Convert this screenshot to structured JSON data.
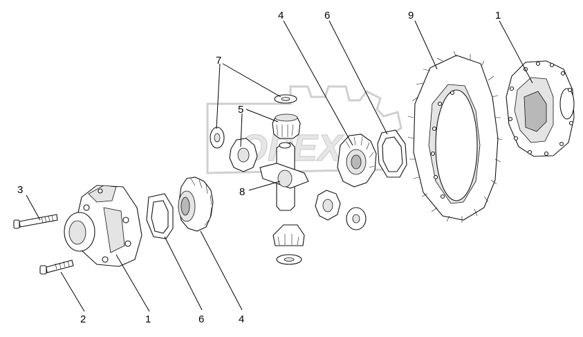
{
  "watermark": {
    "text": "OPEX"
  },
  "callouts": [
    {
      "id": "label-1-left",
      "text": "1"
    },
    {
      "id": "label-2",
      "text": "2"
    },
    {
      "id": "label-3",
      "text": "3"
    },
    {
      "id": "label-4-bottom",
      "text": "4"
    },
    {
      "id": "label-4-top",
      "text": "4"
    },
    {
      "id": "label-5",
      "text": "5"
    },
    {
      "id": "label-6-bottom",
      "text": "6"
    },
    {
      "id": "label-6-top",
      "text": "6"
    },
    {
      "id": "label-7",
      "text": "7"
    },
    {
      "id": "label-8",
      "text": "8"
    },
    {
      "id": "label-9",
      "text": "9"
    },
    {
      "id": "label-1-right",
      "text": "1"
    }
  ]
}
